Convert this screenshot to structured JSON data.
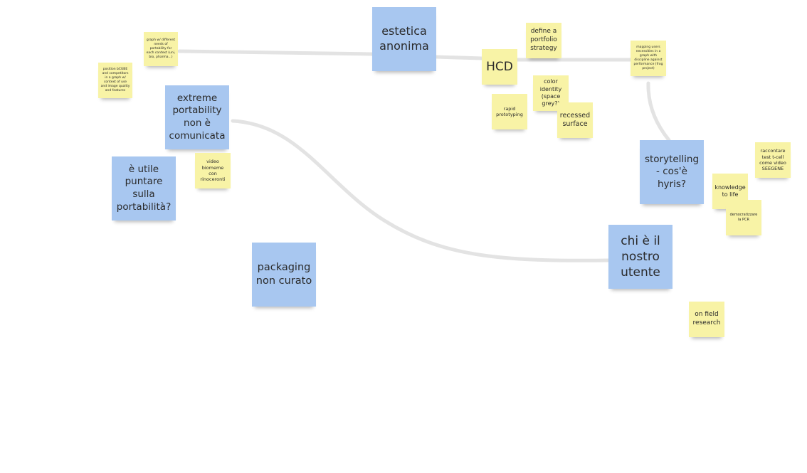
{
  "colors": {
    "blue_note": "#a8c7f0",
    "yellow_note": "#f8f3a6",
    "connector": "#e3e3e3"
  },
  "notes": {
    "graph_portability": "graph w/ different needs of portability for each context (uni, bio, pharma...)",
    "position_bcube": "position bCUBE and competitors in a graph w/ context of use and image quality and features",
    "estetica_anonima": "estetica anonima",
    "hcd": "HCD",
    "define_portfolio": "define a portfolio strategy",
    "mapping_users": "mapping users necessities in a graph with discipline against performance (frog project)",
    "color_identity": "color identity (space grey?)",
    "rapid_prototyping": "rapid prototyping",
    "recessed_surface": "recessed surface",
    "extreme_portability": "extreme portability non è comunicata",
    "video_biomeme": "video biomeme con rinoceronti",
    "utile_portabilita": "è utile puntare sulla portabilità?",
    "packaging": "packaging non curato",
    "storytelling": "storytelling - cos'è hyris?",
    "raccontare": "raccontare test t-cell come video SEEGENE",
    "knowledge": "knowledge to life",
    "democratizzare": "democratizzare la PCR",
    "chi_utente": "chi è il nostro utente",
    "on_field": "on field research"
  }
}
